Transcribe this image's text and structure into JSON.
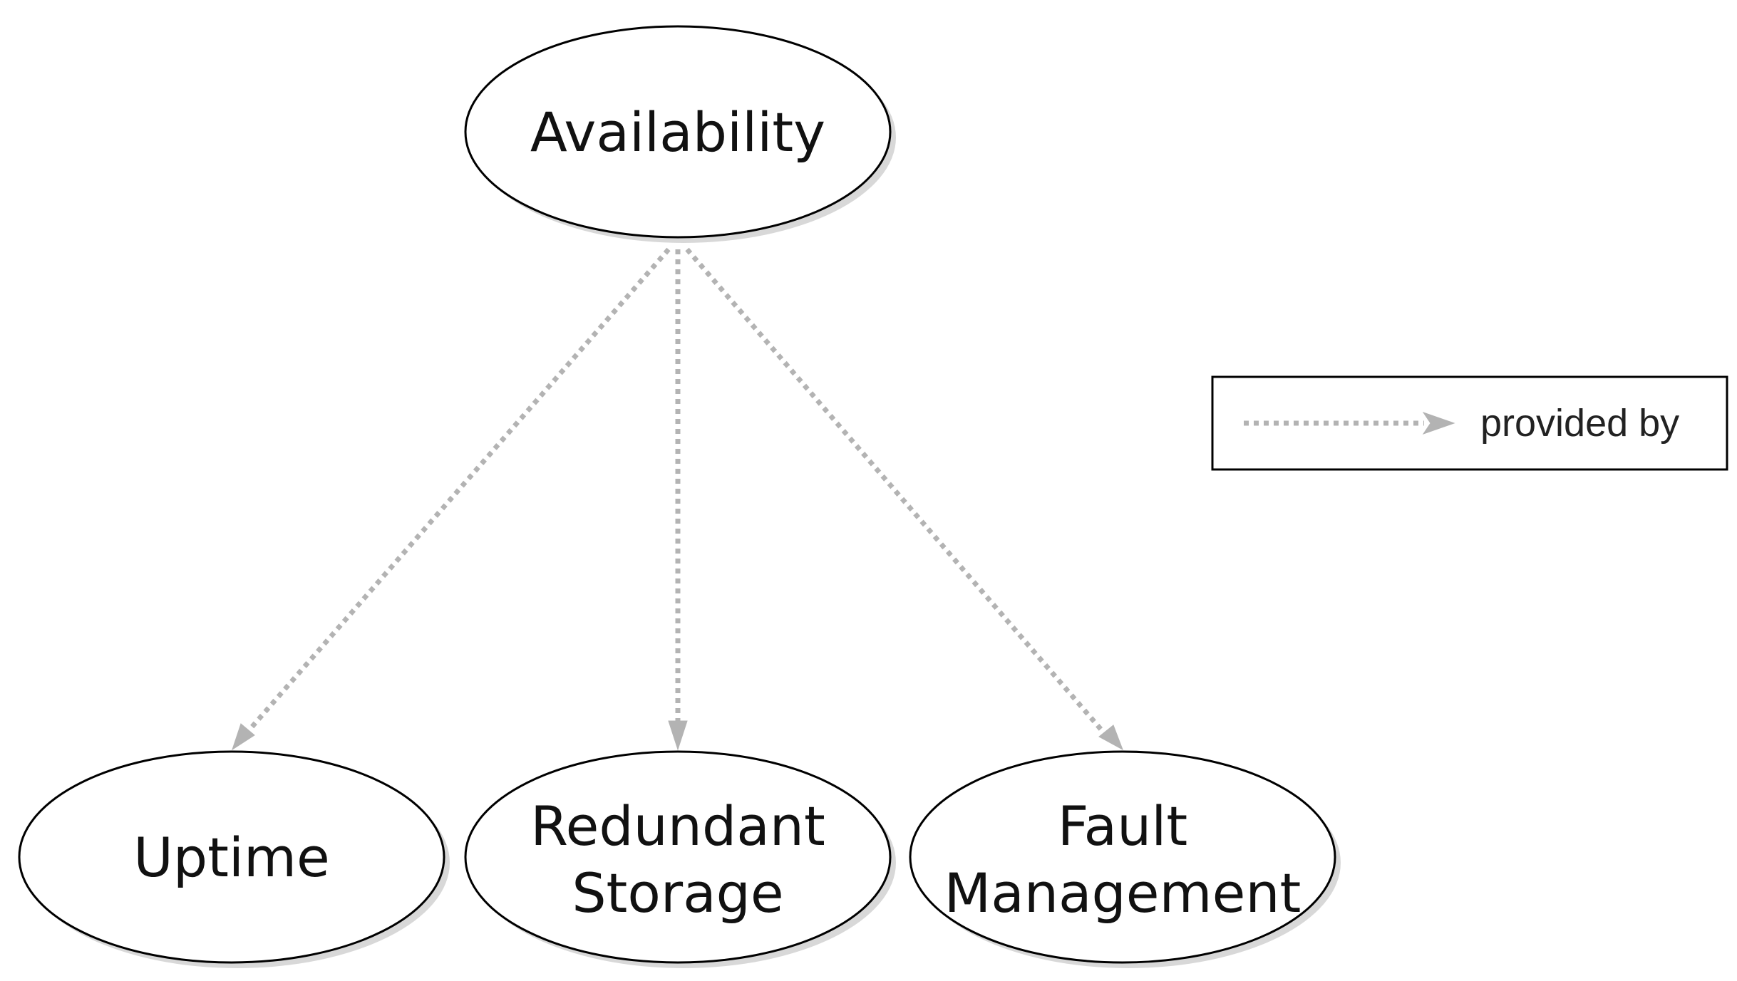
{
  "diagram": {
    "nodes": {
      "availability": {
        "lines": [
          "Availability"
        ]
      },
      "uptime": {
        "lines": [
          "Uptime"
        ]
      },
      "redundant_storage": {
        "lines": [
          "Redundant",
          "Storage"
        ]
      },
      "fault_management": {
        "lines": [
          "Fault",
          "Management"
        ]
      }
    },
    "edges": [
      {
        "from": "availability",
        "to": "uptime",
        "style": "dotted-arrow"
      },
      {
        "from": "availability",
        "to": "redundant_storage",
        "style": "dotted-arrow"
      },
      {
        "from": "availability",
        "to": "fault_management",
        "style": "dotted-arrow"
      }
    ],
    "legend": {
      "label": "provided by"
    },
    "colors": {
      "edge": "#b3b3b3",
      "node_stroke": "#000000",
      "node_fill": "#ffffff",
      "background": "#ffffff"
    }
  }
}
